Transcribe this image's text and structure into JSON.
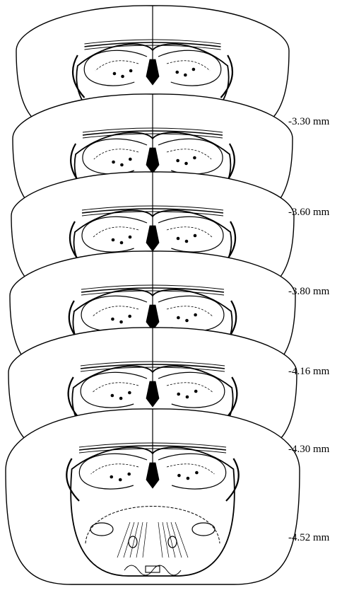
{
  "figure": {
    "sections": [
      {
        "label": "-3.30 mm",
        "has_midbrain": false
      },
      {
        "label": "-3.60 mm",
        "has_midbrain": false
      },
      {
        "label": "-3.80 mm",
        "has_midbrain": false
      },
      {
        "label": "-4.16 mm",
        "has_midbrain": false
      },
      {
        "label": "-4.30 mm",
        "has_midbrain": false
      },
      {
        "label": "-4.52 mm",
        "has_midbrain": true
      }
    ],
    "colors": {
      "ink": "#000000",
      "paper": "#ffffff"
    }
  }
}
